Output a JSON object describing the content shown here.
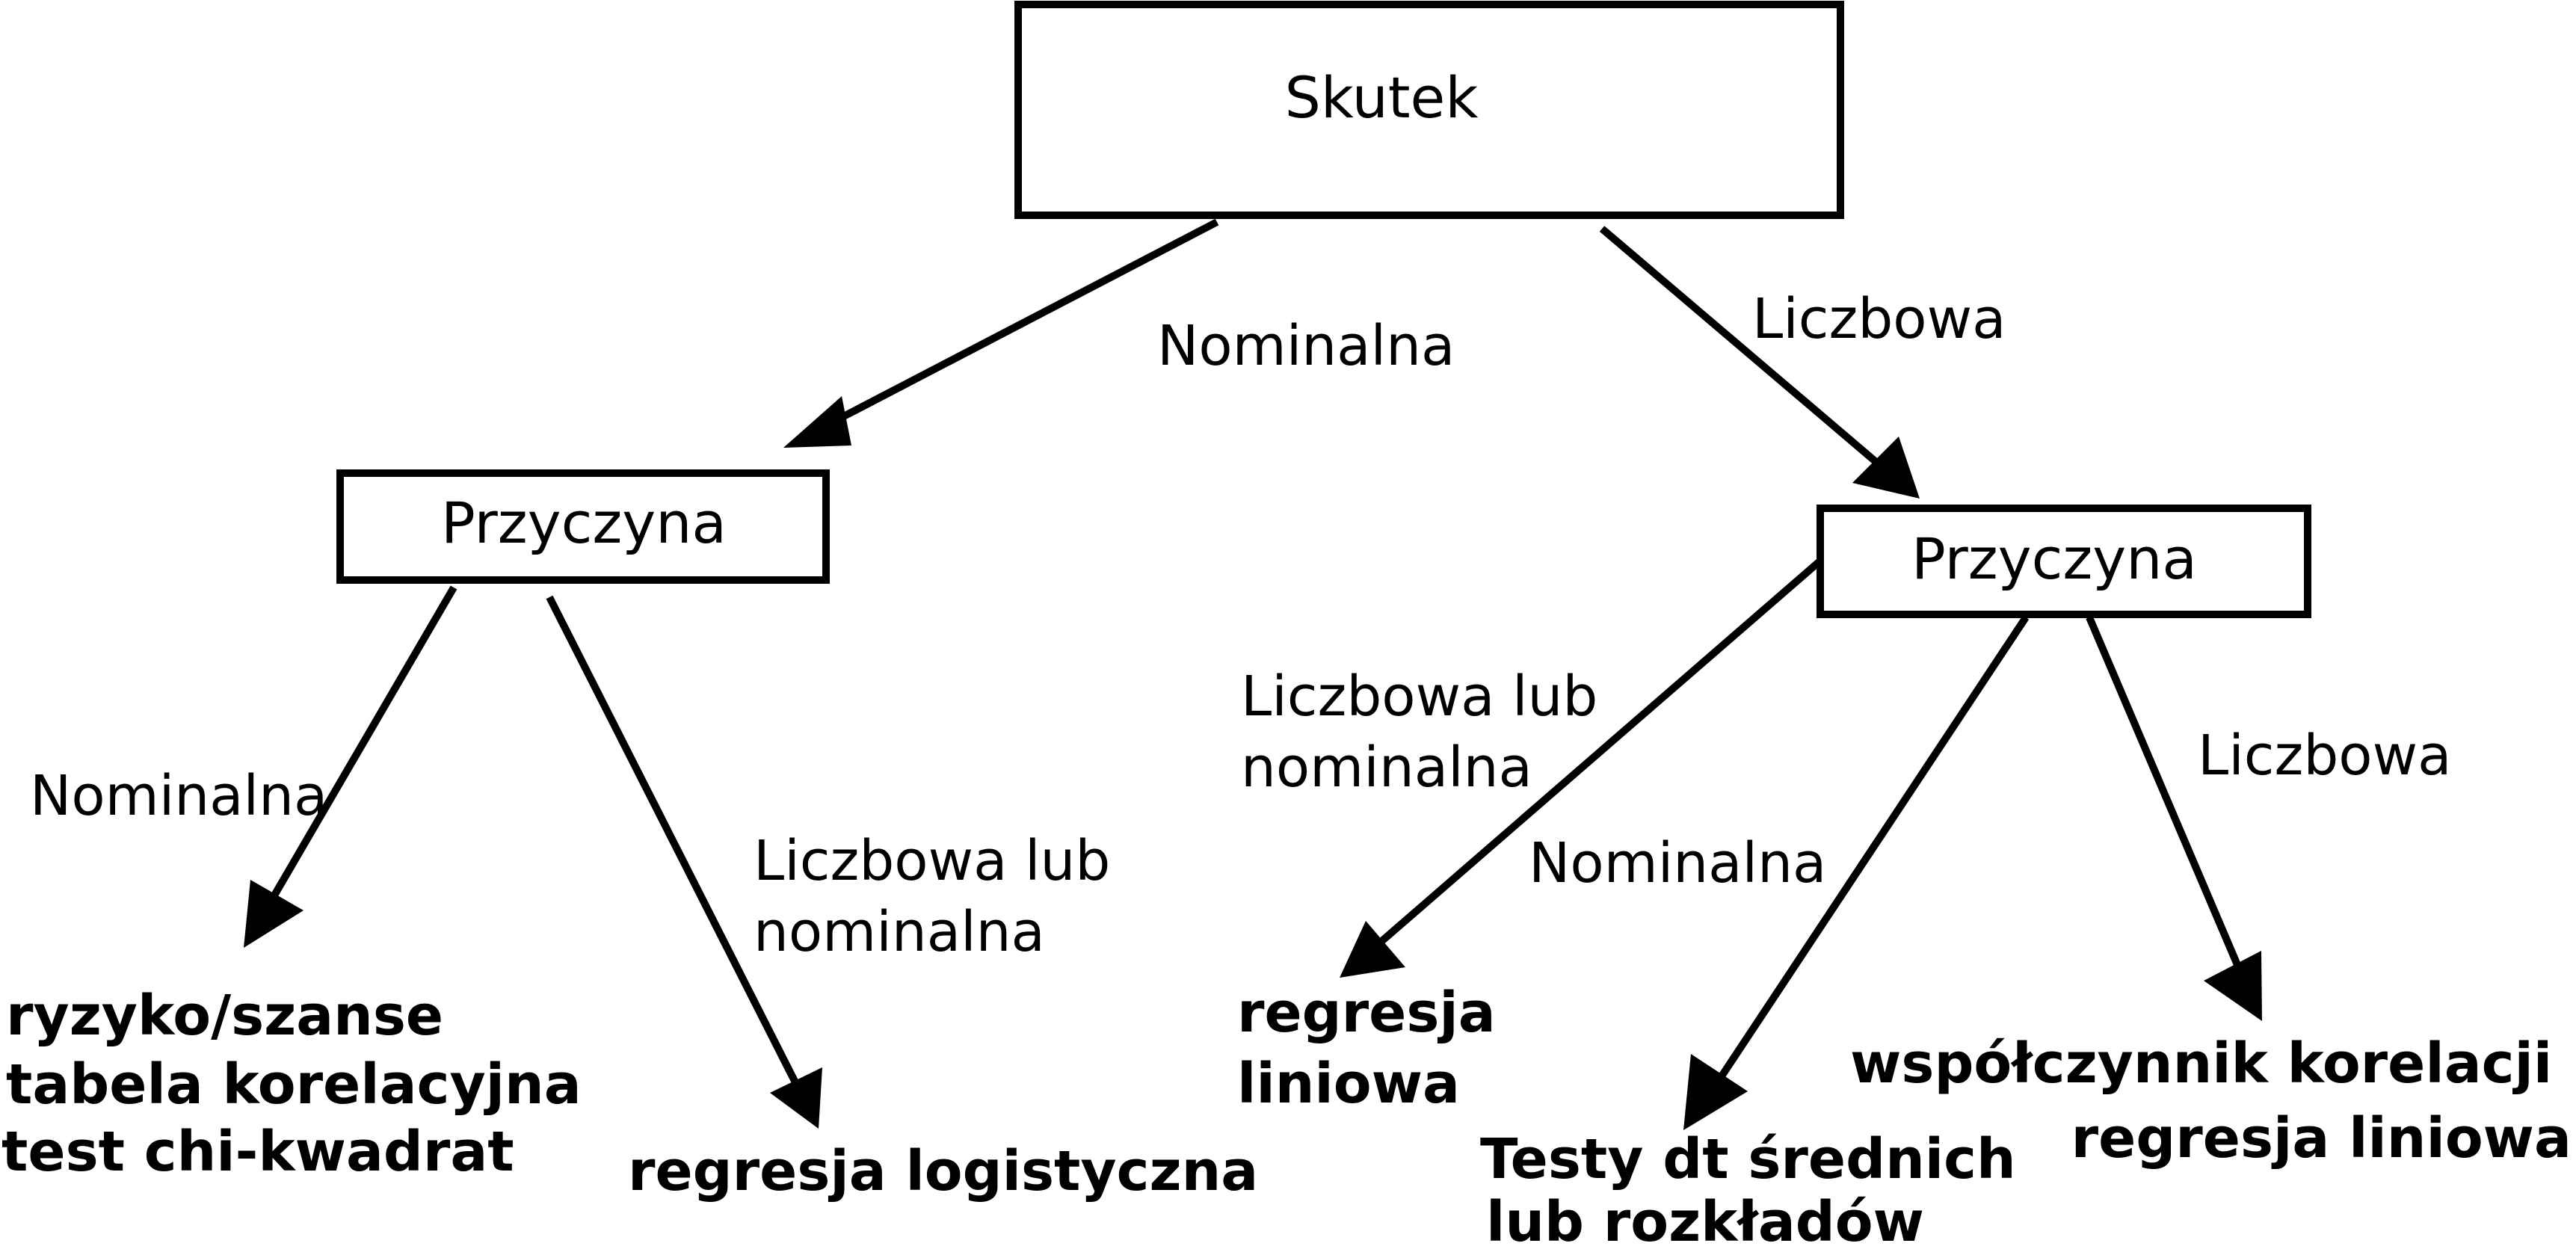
{
  "nodes": {
    "effect": {
      "label": "Skutek"
    },
    "cause_left": {
      "label": "Przyczyna"
    },
    "cause_right": {
      "label": "Przyczyna"
    }
  },
  "edges": {
    "effect_to_left": "Nominalna",
    "effect_to_right": "Liczbowa",
    "left_nominal": "Nominalna",
    "left_mixed": [
      "Liczbowa lub",
      "nominalna"
    ],
    "right_mixed": [
      "Liczbowa lub",
      "nominalna"
    ],
    "right_nominal": "Nominalna",
    "right_numeric": "Liczbowa"
  },
  "results": {
    "left_nominal": [
      "ryzyko/szanse",
      "tabela korelacyjna",
      "test chi-kwadrat"
    ],
    "left_mixed": [
      "regresja logistyczna"
    ],
    "right_mixed": [
      "regresja",
      "liniowa"
    ],
    "right_nominal": [
      "Testy dt średnich",
      "lub rozkładów"
    ],
    "right_numeric": [
      "współczynnik korelacji",
      "regresja liniowa"
    ]
  }
}
